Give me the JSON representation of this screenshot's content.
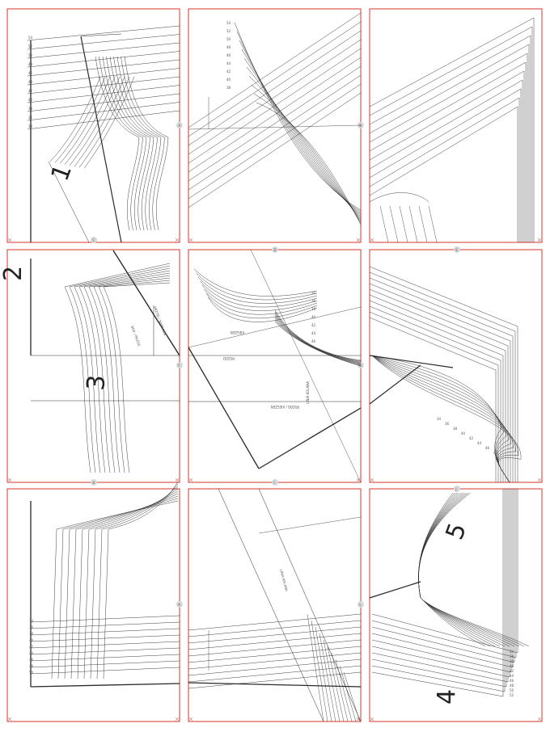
{
  "sheet": {
    "accent_color": "#d9342b",
    "line_color": "#2a2a2a",
    "marker_color": "#d8d8d8"
  },
  "piece_numbers": [
    "1",
    "2",
    "3",
    "4",
    "5"
  ],
  "join_markers": [
    "A",
    "B",
    "C",
    "D",
    "E",
    "F",
    "G",
    "H",
    "I",
    "J",
    "K",
    "L"
  ],
  "size_labels": [
    "34",
    "36",
    "38",
    "40",
    "42",
    "44",
    "46",
    "48",
    "50",
    "52",
    "54"
  ],
  "pattern_notes": [
    "PRZÓD / NAPRAWA",
    "PRZÓD / KIESZEŃ",
    "BOK / PRZÓD",
    "KIESZEŃ",
    "PRZÓD",
    "LINIA KOLANA"
  ]
}
